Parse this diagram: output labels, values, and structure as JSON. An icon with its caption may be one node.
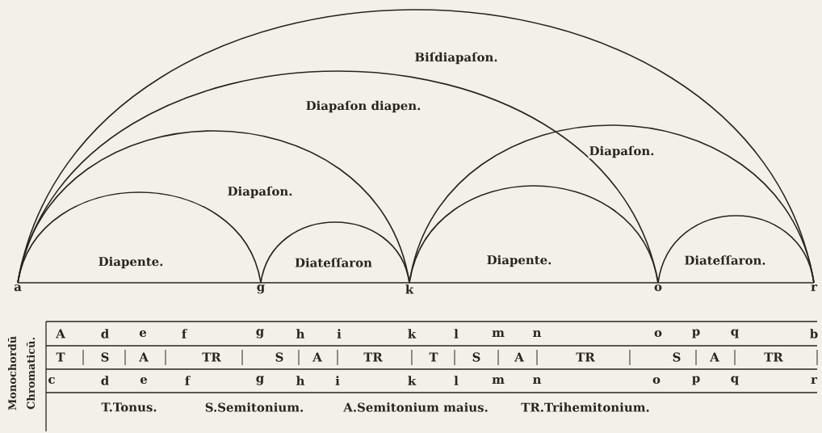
{
  "diagram": {
    "nodes": [
      {
        "text": [
          "a"
        ]
      },
      {
        "text": [
          "g"
        ]
      },
      {
        "text": [
          "k"
        ]
      },
      {
        "text": [
          "o"
        ]
      },
      {
        "text": [
          "r"
        ]
      }
    ],
    "edges": [
      {
        "from": 0,
        "to": 4,
        "arrow": "none",
        "label": "Biſdiapaſon."
      },
      {
        "from": 0,
        "to": 3,
        "arrow": "none",
        "label": "Diapaſon diapen."
      },
      {
        "from": 0,
        "to": 2,
        "arrow": "none",
        "label": "Diapaſon."
      },
      {
        "from": 2,
        "to": 4,
        "arrow": "none",
        "label": "Diapaſon."
      },
      {
        "from": 0,
        "to": 1,
        "arrow": "none",
        "label": "Diapente."
      },
      {
        "from": 1,
        "to": 2,
        "arrow": "none",
        "label": "Diateſſaron"
      },
      {
        "from": 2,
        "to": 3,
        "arrow": "none",
        "label": "Diapente."
      },
      {
        "from": 3,
        "to": 4,
        "arrow": "none",
        "label": "Diateſſaron."
      }
    ],
    "labels": [
      "Monochordū",
      "Chromaticū.",
      "A",
      "d",
      "e",
      "f",
      "g",
      "h",
      "i",
      "k",
      "l",
      "m",
      "n",
      "o",
      "p",
      "q",
      "b",
      "T",
      "S",
      "A",
      "TR",
      "S",
      "A",
      "TR",
      "T",
      "S",
      "A",
      "TR",
      "S",
      "A",
      "TR",
      "c",
      "d",
      "e",
      "f",
      "g",
      "h",
      "i",
      "k",
      "l",
      "m",
      "n",
      "o",
      "p",
      "q",
      "r",
      "T.Tonus.",
      "S.Semitonium.",
      "A.Semitonium maius.",
      "TR.Trihemitonium."
    ]
  }
}
